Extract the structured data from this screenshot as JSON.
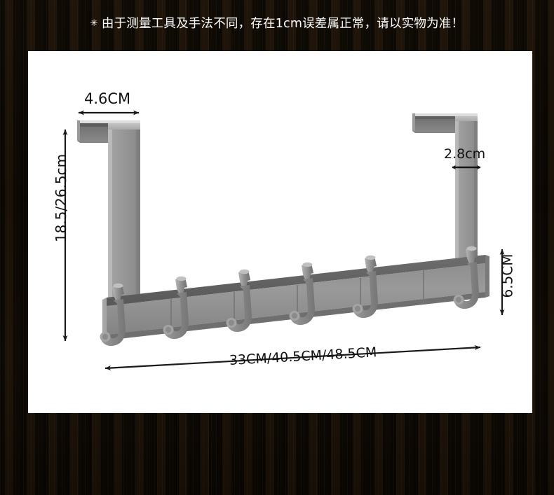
{
  "page": {
    "background_color": "#170f06",
    "panel_color": "#ffffff",
    "product_color": "#949494"
  },
  "note": {
    "bullet": "✳",
    "text": "由于测量工具及手法不同，存在1cm误差属正常，请以实物为准！",
    "text_color": "#ffffff"
  },
  "diagram": {
    "product_name": "over-the-door hook rack",
    "hook_count": 6,
    "dimensions": {
      "bracket_width_top": "4.6CM",
      "bar_height_left": "18.5/26.5cm",
      "bar_depth_right": "2.8cm",
      "hook_height_right": "6.5CM",
      "rail_length_bottom": "33CM/40.5CM/48.5CM"
    }
  }
}
